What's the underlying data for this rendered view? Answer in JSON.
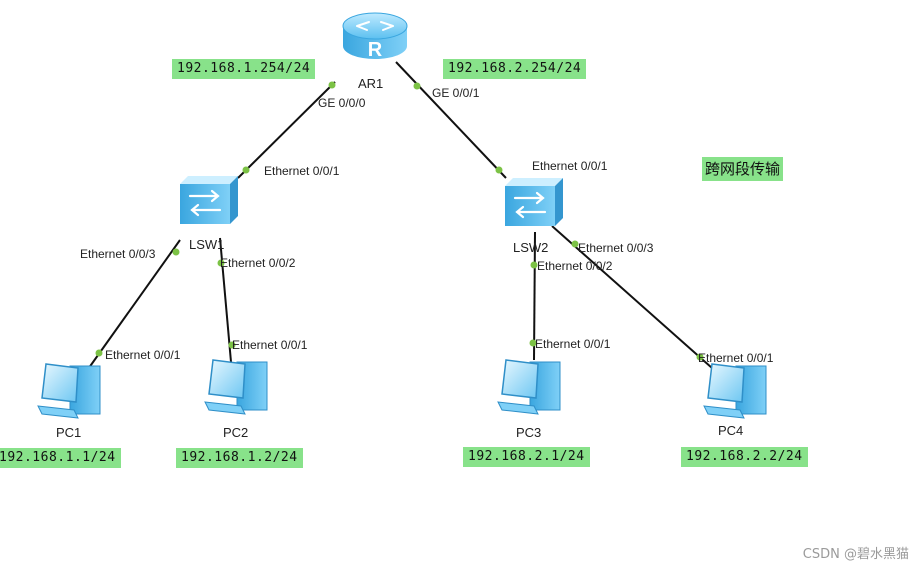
{
  "colors": {
    "ip_tag_bg": "#88e28a",
    "link_line": "#111111",
    "port_dot": "#7cc245",
    "device_blue": "#4fb7ea"
  },
  "devices": {
    "router": {
      "name": "AR1",
      "icon": "router-icon"
    },
    "switch1": {
      "name": "LSW1",
      "icon": "switch-icon"
    },
    "switch2": {
      "name": "LSW2",
      "icon": "switch-icon"
    },
    "pc1": {
      "name": "PC1",
      "icon": "pc-icon"
    },
    "pc2": {
      "name": "PC2",
      "icon": "pc-icon"
    },
    "pc3": {
      "name": "PC3",
      "icon": "pc-icon"
    },
    "pc4": {
      "name": "PC4",
      "icon": "pc-icon"
    }
  },
  "ports": {
    "ar1_ge000": "GE 0/0/0",
    "ar1_ge001": "GE 0/0/1",
    "lsw1_e001": "Ethernet 0/0/1",
    "lsw1_e003": "Ethernet 0/0/3",
    "lsw1_e002": "Ethernet 0/0/2",
    "lsw2_e001": "Ethernet 0/0/1",
    "lsw2_e002": "Ethernet 0/0/2",
    "lsw2_e003": "Ethernet 0/0/3",
    "pc1_e001": "Ethernet 0/0/1",
    "pc2_e001": "Ethernet 0/0/1",
    "pc3_e001": "Ethernet 0/0/1",
    "pc4_e001": "Ethernet 0/0/1"
  },
  "ip_tags": {
    "ar1_left": "192.168.1.254/24",
    "ar1_right": "192.168.2.254/24",
    "pc1": "192.168.1.1/24",
    "pc2": "192.168.1.2/24",
    "pc3": "192.168.2.1/24",
    "pc4": "192.168.2.2/24"
  },
  "note": "跨网段传输",
  "watermark": "CSDN @碧水黑猫"
}
